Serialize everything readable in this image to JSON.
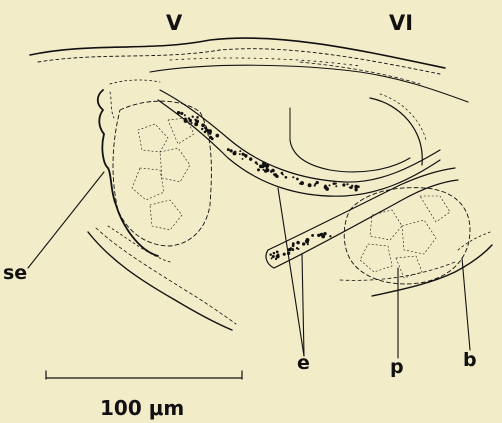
{
  "labels": {
    "section_v": "V",
    "section_vi": "VI",
    "se": "se",
    "e": "e",
    "p": "p",
    "b": "b"
  },
  "scale_bar": {
    "text": "100 μm"
  },
  "colors": {
    "background": "#f2ecc8",
    "ink": "#111111"
  }
}
